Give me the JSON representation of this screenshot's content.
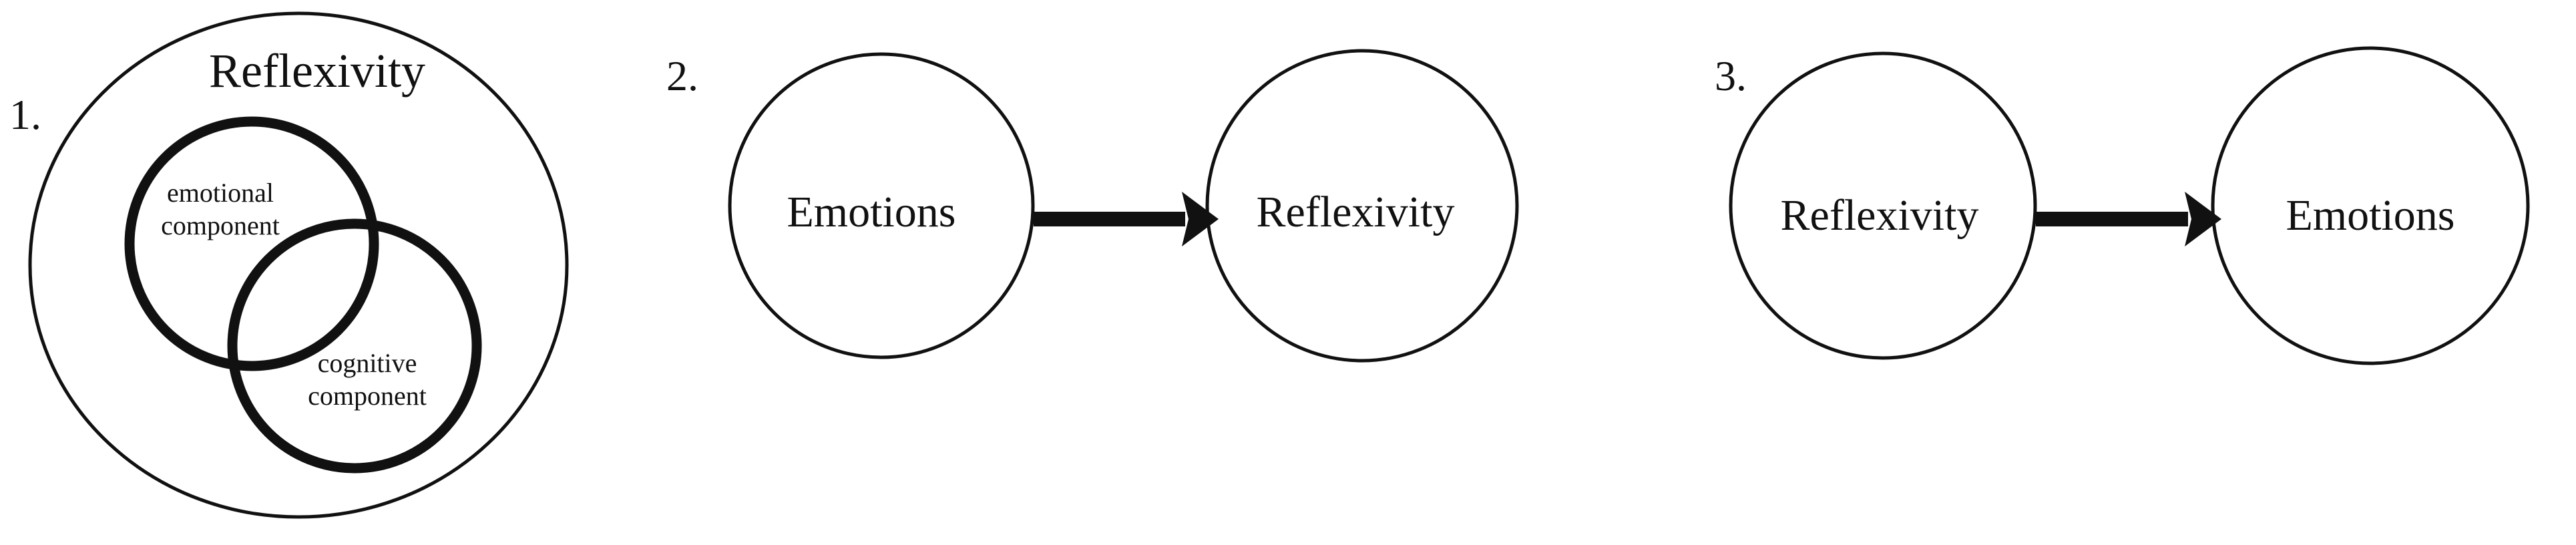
{
  "figure": {
    "background_color": "#ffffff",
    "stroke_color": "#111111",
    "panel_count": 3
  },
  "panels": [
    {
      "number_label": "1.",
      "model_name": "nested-venn",
      "outer_set": {
        "label": "Reflexivity",
        "stroke": "thin"
      },
      "inner_sets": [
        {
          "label_line1": "emotional",
          "label_line2": "component",
          "label": "emotional component",
          "stroke": "thick",
          "position": "upper-left"
        },
        {
          "label_line1": "cognitive",
          "label_line2": "component",
          "label": "cognitive component",
          "stroke": "thick",
          "position": "lower-right"
        }
      ],
      "relation": "overlapping-subsets-within-outer-set"
    },
    {
      "number_label": "2.",
      "model_name": "directed-relation",
      "source": {
        "label": "Emotions"
      },
      "target": {
        "label": "Reflexivity"
      },
      "arrow": {
        "direction": "left-to-right",
        "head": "filled-triangle",
        "style": "solid-thick"
      }
    },
    {
      "number_label": "3.",
      "model_name": "directed-relation",
      "source": {
        "label": "Reflexivity"
      },
      "target": {
        "label": "Emotions"
      },
      "arrow": {
        "direction": "left-to-right",
        "head": "filled-triangle",
        "style": "solid-thick"
      }
    }
  ]
}
